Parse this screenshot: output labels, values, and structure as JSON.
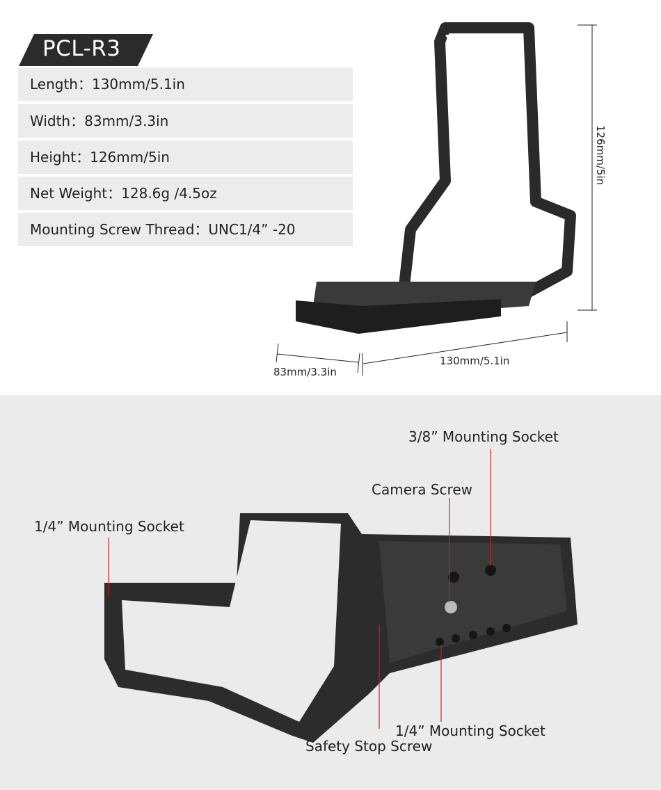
{
  "model": "PCL-R3",
  "specs": [
    {
      "label": "Length：130mm/5.1in"
    },
    {
      "label": "Width：83mm/3.3in"
    },
    {
      "label": "Height：126mm/5in"
    },
    {
      "label": "Net Weight：128.6g /4.5oz"
    },
    {
      "label": "Mounting Screw Thread：UNC1/4” -20"
    }
  ],
  "dimensions": {
    "height": "126mm/5in",
    "length": "130mm/5.1in",
    "width": "83mm/3.3in"
  },
  "callouts": {
    "socket_38": "3/8” Mounting Socket",
    "camera_screw": "Camera Screw",
    "socket_14_left": "1/4” Mounting Socket",
    "socket_14_bottom": "1/4” Mounting Socket",
    "safety_stop": "Safety Stop Screw"
  },
  "colors": {
    "badge": "#2b2b2b",
    "row": "#ececec",
    "lower_bg": "#ebebeb",
    "callout_line": "#d0202a"
  }
}
